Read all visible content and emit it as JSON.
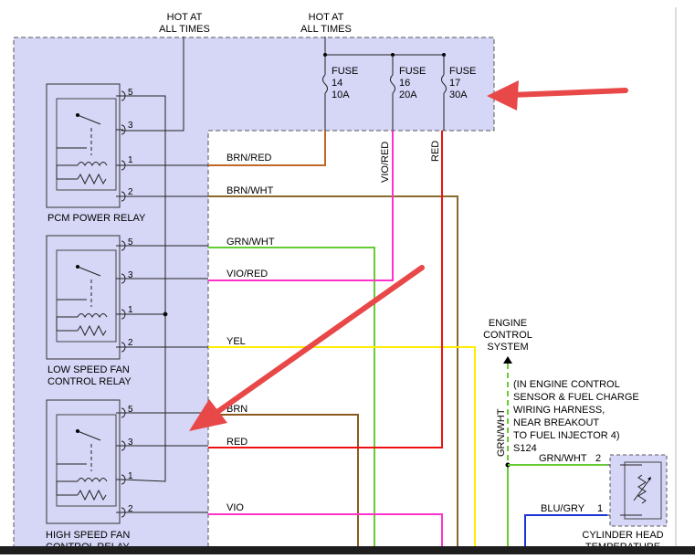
{
  "colors": {
    "box_fill": "#d6d6f7",
    "wire_brn_red": "#c0682a",
    "wire_brn_wht": "#8a6a2a",
    "wire_grn_wht": "#66cc33",
    "wire_vio_red": "#ff33cc",
    "wire_red": "#ee1111",
    "wire_yel": "#ffee00",
    "wire_brn": "#8b5a1e",
    "wire_vio": "#ff33cc",
    "wire_blu_gry": "#1a33d9",
    "arrow": "#e84848"
  },
  "labels": {
    "hot1_l1": "HOT AT",
    "hot1_l2": "ALL TIMES",
    "hot2_l1": "HOT AT",
    "hot2_l2": "ALL TIMES",
    "fuse14": [
      "FUSE",
      "14",
      "10A"
    ],
    "fuse16": [
      "FUSE",
      "16",
      "20A"
    ],
    "fuse17": [
      "FUSE",
      "17",
      "30A"
    ],
    "relay1_name": "PCM POWER RELAY",
    "relay2_name_l1": "LOW SPEED FAN",
    "relay2_name_l2": "CONTROL RELAY",
    "relay3_name_l1": "HIGH SPEED FAN",
    "relay3_name_l2": "CONTROL RELAY",
    "wire_brn_red": "BRN/RED",
    "wire_brn_wht": "BRN/WHT",
    "wire_grn_wht": "GRN/WHT",
    "wire_vio_red": "VIO/RED",
    "wire_yel": "YEL",
    "wire_brn": "BRN",
    "wire_red": "RED",
    "wire_vio": "VIO",
    "vert_vio_red": "VIO/RED",
    "vert_red": "RED",
    "vert_grn_wht": "GRN/WHT",
    "ecs_l1": "ENGINE",
    "ecs_l2": "CONTROL",
    "ecs_l3": "SYSTEM",
    "harness": [
      "(IN ENGINE CONTROL",
      "SENSOR & FUEL CHARGE",
      "WIRING HARNESS,",
      "NEAR BREAKOUT",
      "TO FUEL INJECTOR 4)",
      "S124"
    ],
    "sensor_wire1": "GRN/WHT",
    "sensor_pin1": "2",
    "sensor_wire2": "BLU/GRY",
    "sensor_pin2": "1",
    "sensor_l1": "CYLINDER HEAD",
    "sensor_l2": "TEMPERATURE",
    "pins": {
      "p5": "5",
      "p3": "3",
      "p1": "1",
      "p2": "2"
    }
  }
}
